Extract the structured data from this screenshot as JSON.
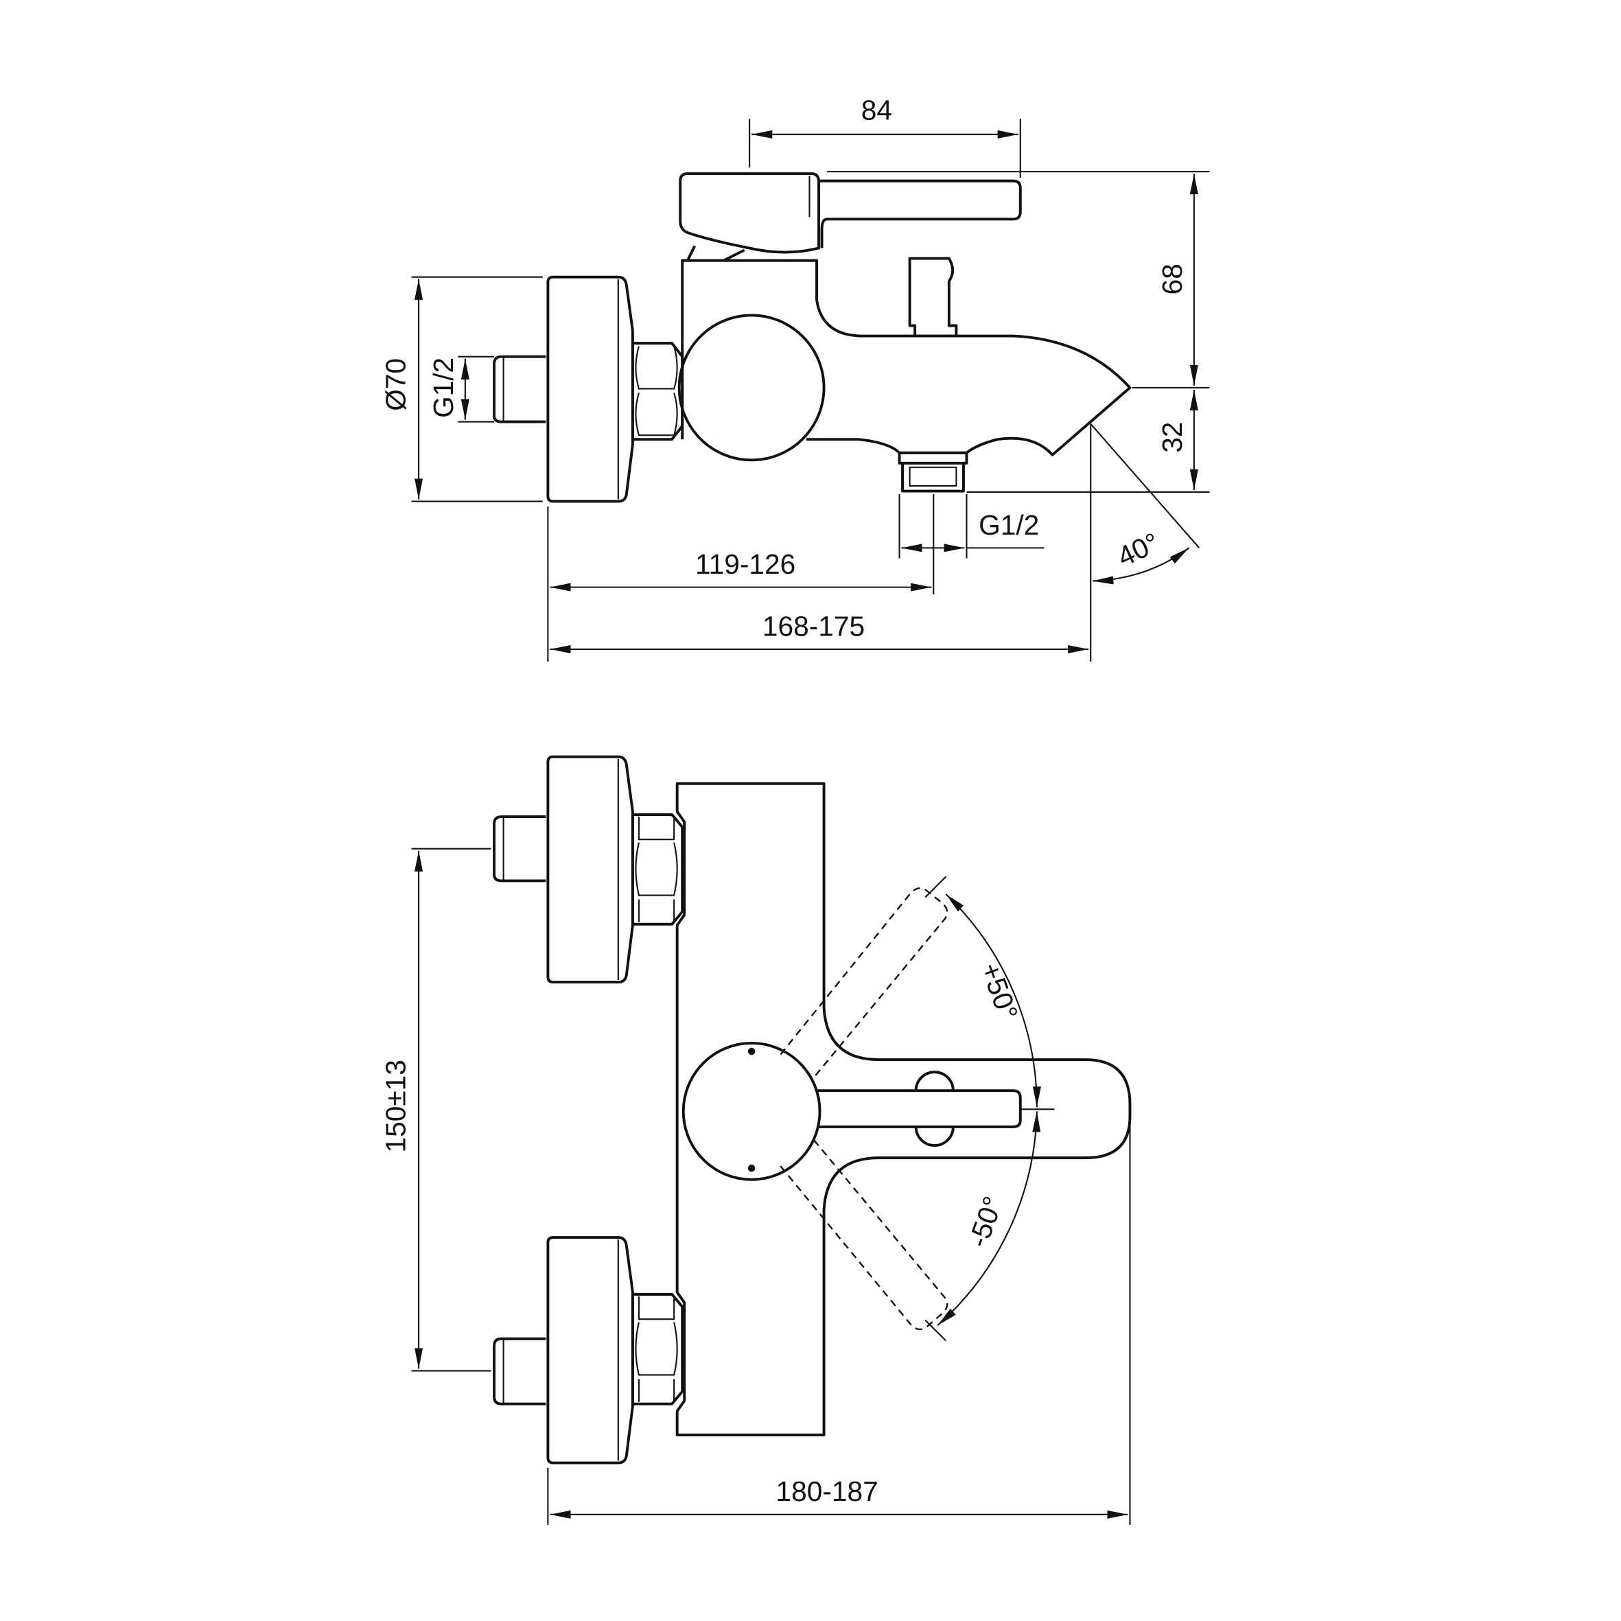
{
  "title": "Bath mixer dimensional drawing",
  "side_view": {
    "dim_handle_length": "84",
    "dim_height_top": "68",
    "dim_height_spout": "32",
    "dim_flange_diameter": "Ø70",
    "dim_inlet_thread": "G1/2",
    "dim_outlet_thread": "G1/2",
    "dim_outlet_distance": "119-126",
    "dim_spout_projection": "168-175",
    "dim_spout_angle": "40°"
  },
  "top_view": {
    "dim_rotation_plus": "+50°",
    "dim_rotation_minus": "-50°",
    "dim_centres": "150±13",
    "dim_total_depth": "180-187"
  },
  "colors": {
    "line": "#111111",
    "background": "#ffffff"
  }
}
